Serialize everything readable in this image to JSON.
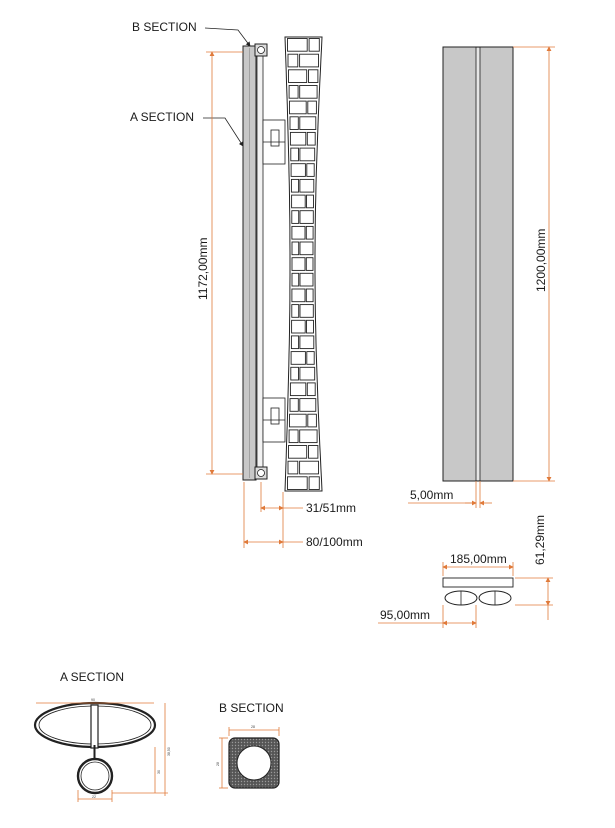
{
  "colors": {
    "dimension": "#e07a3a",
    "panel_fill": "#c8c8c8",
    "outline": "#222222",
    "background": "#ffffff"
  },
  "labels": {
    "b_section_callout": "B SECTION",
    "a_section_callout": "A SECTION",
    "a_section_title": "A SECTION",
    "b_section_title": "B SECTION"
  },
  "dimensions": {
    "side_height": "1172,00mm",
    "wall_offset": "31/51mm",
    "depth": "80/100mm",
    "front_height": "1200,00mm",
    "gap": "5,00mm",
    "top_width": "185,00mm",
    "top_height": "61,29mm",
    "pipe_spacing": "95,00mm"
  },
  "detail_dims": {
    "a_width": "90",
    "a_height_right": "38,50",
    "a_height_inner": "30",
    "a_pipe": "22",
    "b_width": "28",
    "b_height": "28"
  }
}
